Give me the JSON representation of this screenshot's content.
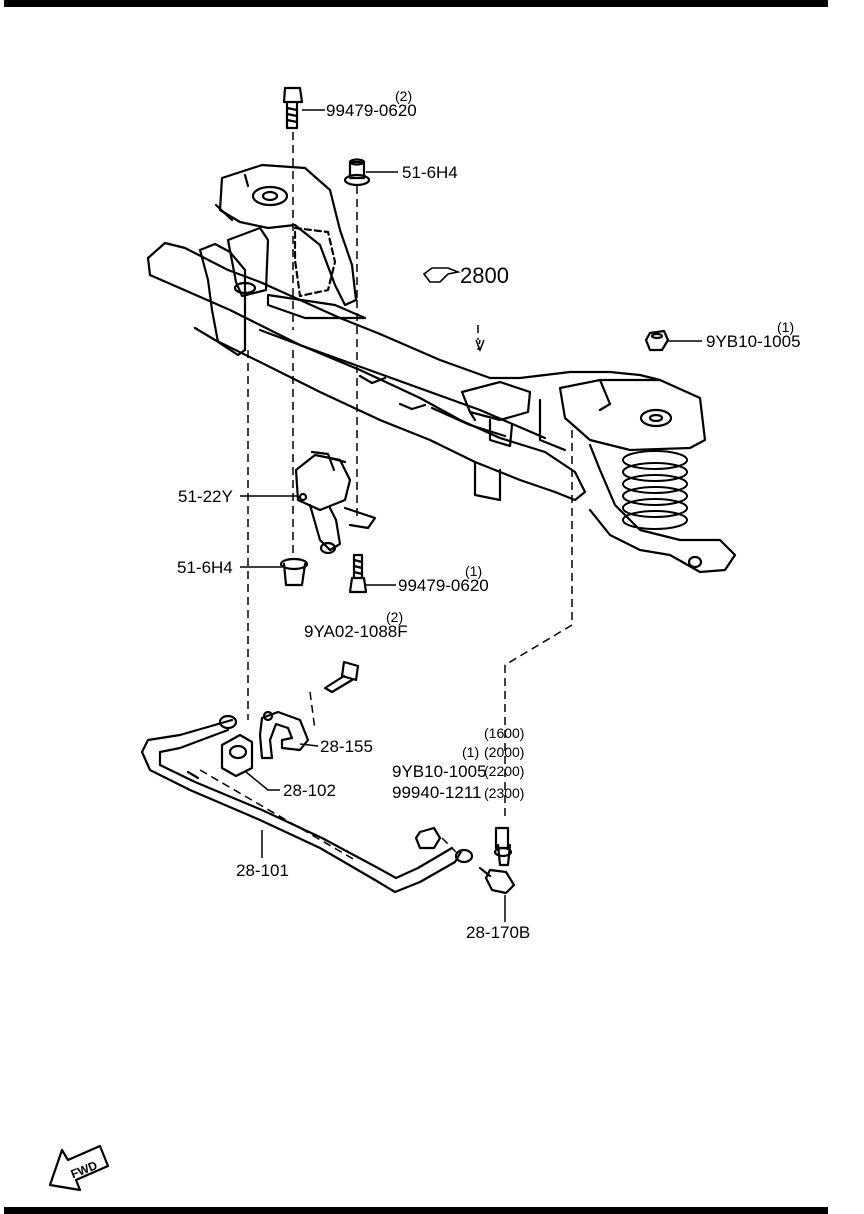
{
  "diagram": {
    "assembly_ref": "2800",
    "labels": {
      "bolt_top": "99479-0620",
      "bolt_top_qty": "(2)",
      "bushing_top": "51-6H4",
      "nut_right": "9YB10-1005",
      "nut_right_qty": "(1)",
      "sensor": "51-22Y",
      "bushing_lower": "51-6H4",
      "bolt_lower": "99479-0620",
      "bolt_lower_qty": "(1)",
      "bolt_clamp": "9YA02-1088F",
      "bolt_clamp_qty": "(2)",
      "clamp": "28-155",
      "stab_bushing": "28-102",
      "stabilizer": "28-101",
      "link": "28-170B",
      "nut_link": "9YB10-1005",
      "nut_link_qty": "(1)",
      "nut_alt": "99940-1211",
      "codes": [
        "(1600)",
        "(2000)",
        "(2200)",
        "(2300)"
      ]
    },
    "fwd_label": "FWD"
  }
}
